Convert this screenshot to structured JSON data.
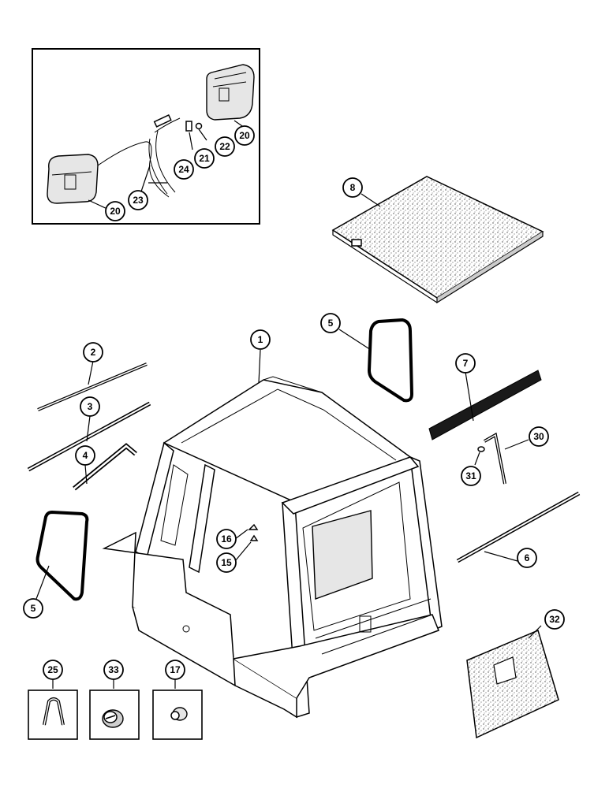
{
  "diagram": {
    "callouts": {
      "c1": "1",
      "c2": "2",
      "c3": "3",
      "c4": "4",
      "c5a": "5",
      "c5b": "5",
      "c6": "6",
      "c7": "7",
      "c8": "8",
      "c15": "15",
      "c16": "16",
      "c17": "17",
      "c20a": "20",
      "c20b": "20",
      "c21": "21",
      "c22": "22",
      "c23": "23",
      "c24": "24",
      "c25": "25",
      "c30": "30",
      "c31": "31",
      "c32": "32",
      "c33": "33"
    }
  }
}
